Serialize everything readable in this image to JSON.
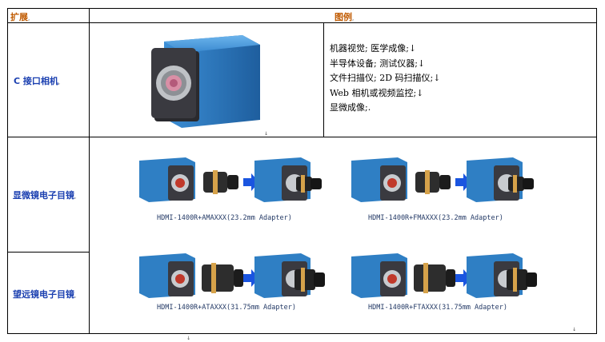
{
  "header": {
    "col_expansion": "扩展",
    "col_illustration": "图例",
    "mark": "↓"
  },
  "rows": [
    {
      "label": "C 接口相机",
      "uses": [
        "机器视觉; 医学成像;↓",
        "半导体设备; 测试仪器;↓",
        "文件扫描仪; 2D 码扫描仪;↓",
        "Web 相机或视频监控;↓",
        "显微成像;."
      ]
    },
    {
      "label": "显微镜电子目镜",
      "captions": [
        "HDMI-1400R+AMAXXX(23.2mm Adapter)",
        "HDMI-1400R+FMAXXX(23.2mm Adapter)"
      ]
    },
    {
      "label": "望远镜电子目镜",
      "captions": [
        "HDMI-1400R+ATAXXX(31.75mm Adapter)",
        "HDMI-1400R+FTAXXX(31.75mm Adapter)"
      ]
    }
  ],
  "colors": {
    "header_text": "#c05a00",
    "label_text": "#1a3fb0",
    "camera_body": "#2f7fc4"
  }
}
